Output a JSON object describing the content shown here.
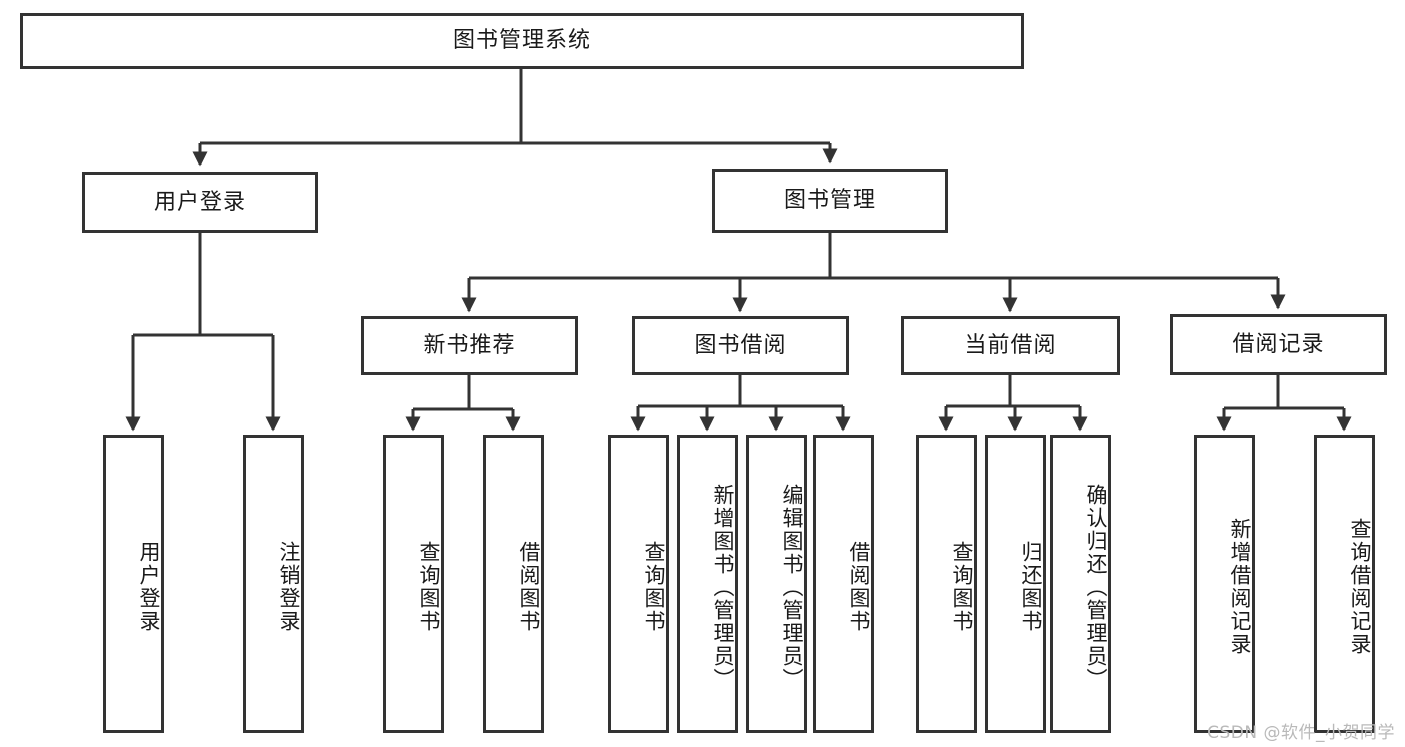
{
  "diagram": {
    "type": "hierarchy-tree",
    "title": "图书管理系统",
    "watermark": "CSDN @软件_小贺同学",
    "colors": {
      "stroke": "#333333",
      "fill": "#ffffff",
      "text": "#1a1a1a",
      "watermark": "#b9b9b9"
    },
    "nodes": {
      "root": {
        "label": "图书管理系统",
        "level": 0,
        "orientation": "horizontal"
      },
      "user_login": {
        "label": "用户登录",
        "level": 1,
        "orientation": "horizontal"
      },
      "book_manage": {
        "label": "图书管理",
        "level": 1,
        "orientation": "horizontal"
      },
      "new_book_rec": {
        "label": "新书推荐",
        "level": 2,
        "orientation": "horizontal"
      },
      "book_borrow": {
        "label": "图书借阅",
        "level": 2,
        "orientation": "horizontal"
      },
      "current_borrow": {
        "label": "当前借阅",
        "level": 2,
        "orientation": "horizontal"
      },
      "borrow_record": {
        "label": "借阅记录",
        "level": 2,
        "orientation": "horizontal"
      },
      "leaf_user_login": {
        "label": "用户登录",
        "level": 3,
        "orientation": "vertical"
      },
      "leaf_logout": {
        "label": "注销登录",
        "level": 3,
        "orientation": "vertical"
      },
      "leaf_query_book_1": {
        "label": "查询图书",
        "level": 3,
        "orientation": "vertical"
      },
      "leaf_borrow_book_1": {
        "label": "借阅图书",
        "level": 3,
        "orientation": "vertical"
      },
      "leaf_query_book_2": {
        "label": "查询图书",
        "level": 3,
        "orientation": "vertical"
      },
      "leaf_add_book": {
        "label": "新增图书（管理员）",
        "level": 3,
        "orientation": "vertical"
      },
      "leaf_edit_book": {
        "label": "编辑图书（管理员）",
        "level": 3,
        "orientation": "vertical"
      },
      "leaf_borrow_book_2": {
        "label": "借阅图书",
        "level": 3,
        "orientation": "vertical"
      },
      "leaf_query_book_3": {
        "label": "查询图书",
        "level": 3,
        "orientation": "vertical"
      },
      "leaf_return_book": {
        "label": "归还图书",
        "level": 3,
        "orientation": "vertical"
      },
      "leaf_confirm_return": {
        "label": "确认归还（管理员）",
        "level": 3,
        "orientation": "vertical"
      },
      "leaf_add_record": {
        "label": "新增借阅记录",
        "level": 3,
        "orientation": "vertical"
      },
      "leaf_query_record": {
        "label": "查询借阅记录",
        "level": 3,
        "orientation": "vertical"
      }
    },
    "edges": [
      {
        "from": "root",
        "to": "user_login"
      },
      {
        "from": "root",
        "to": "book_manage"
      },
      {
        "from": "user_login",
        "to": "leaf_user_login"
      },
      {
        "from": "user_login",
        "to": "leaf_logout"
      },
      {
        "from": "book_manage",
        "to": "new_book_rec"
      },
      {
        "from": "book_manage",
        "to": "book_borrow"
      },
      {
        "from": "book_manage",
        "to": "current_borrow"
      },
      {
        "from": "book_manage",
        "to": "borrow_record"
      },
      {
        "from": "new_book_rec",
        "to": "leaf_query_book_1"
      },
      {
        "from": "new_book_rec",
        "to": "leaf_borrow_book_1"
      },
      {
        "from": "book_borrow",
        "to": "leaf_query_book_2"
      },
      {
        "from": "book_borrow",
        "to": "leaf_add_book"
      },
      {
        "from": "book_borrow",
        "to": "leaf_edit_book"
      },
      {
        "from": "book_borrow",
        "to": "leaf_borrow_book_2"
      },
      {
        "from": "current_borrow",
        "to": "leaf_query_book_3"
      },
      {
        "from": "current_borrow",
        "to": "leaf_return_book"
      },
      {
        "from": "current_borrow",
        "to": "leaf_confirm_return"
      },
      {
        "from": "borrow_record",
        "to": "leaf_add_record"
      },
      {
        "from": "borrow_record",
        "to": "leaf_query_record"
      }
    ]
  }
}
